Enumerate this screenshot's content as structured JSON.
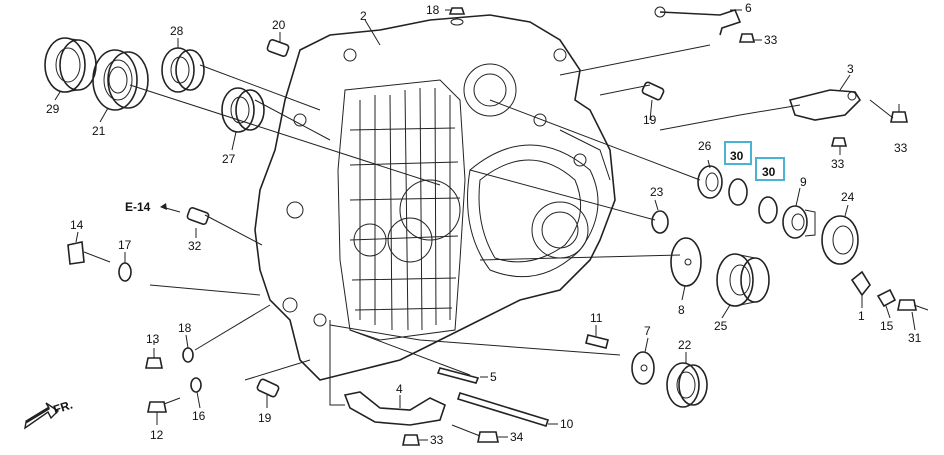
{
  "callouts": {
    "p1": "1",
    "p2": "2",
    "p3": "3",
    "p4": "4",
    "p5": "5",
    "p6": "6",
    "p7": "7",
    "p8": "8",
    "p9": "9",
    "p10": "10",
    "p11": "11",
    "p12": "12",
    "p13": "13",
    "p14": "14",
    "p15": "15",
    "p16": "16",
    "p17": "17",
    "p18a": "18",
    "p18b": "18",
    "p19a": "19",
    "p19b": "19",
    "p20": "20",
    "p21": "21",
    "p22": "22",
    "p23": "23",
    "p24": "24",
    "p25": "25",
    "p26": "26",
    "p27": "27",
    "p28": "28",
    "p29": "29",
    "p30a": "30",
    "p30b": "30",
    "p31": "31",
    "p32": "32",
    "p33a": "33",
    "p33b": "33",
    "p33c": "33",
    "p33d": "33",
    "p34": "34"
  },
  "reference": "E-14",
  "direction": "FR.",
  "highlight_color": "#46b4d2",
  "line_color": "#222222"
}
